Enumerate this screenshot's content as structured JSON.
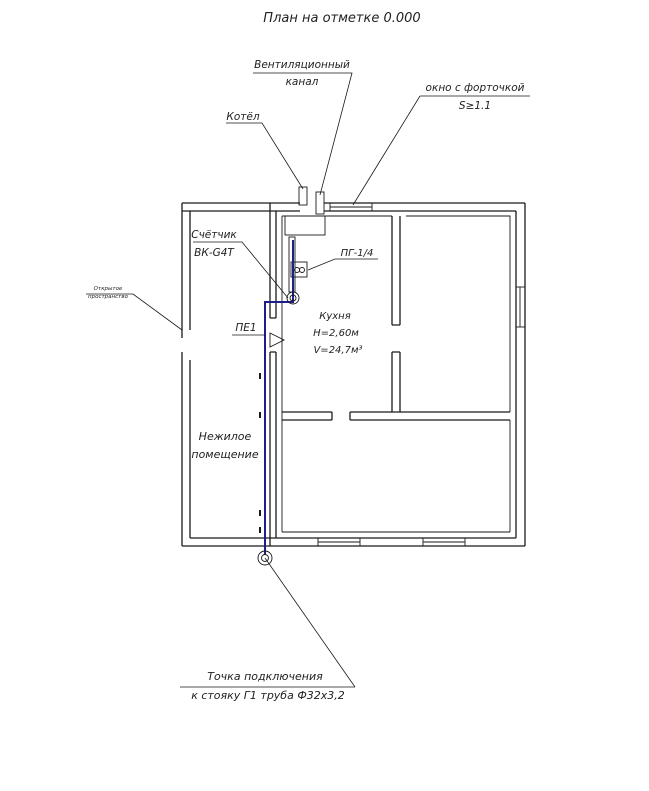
{
  "title": "План на отметке 0.000",
  "labels": {
    "vent_line1": "Вентиляционный",
    "vent_line2": "канал",
    "window_line1": "окно с форточкой",
    "window_line2": "S≥1.1",
    "boiler": "Котёл",
    "meter_line1": "Счётчик",
    "meter_line2": "ВК-G4T",
    "open_space_line1": "Открытое",
    "open_space_line2": "пространство",
    "pg": "ПГ-1/4",
    "pe": "ПЕ1",
    "kitchen_name": "Кухня",
    "kitchen_height": "H=2,60м",
    "kitchen_volume": "V=24,7м³",
    "nonres_line1": "Нежилое",
    "nonres_line2": "помещение",
    "connection_line1": "Точка подключения",
    "connection_line2": "к стояку Г1 труба Ф32х3,2"
  },
  "colors": {
    "gas_pipe": "#1b1f8a",
    "walls": "#1a1a1a",
    "text": "#222222"
  }
}
